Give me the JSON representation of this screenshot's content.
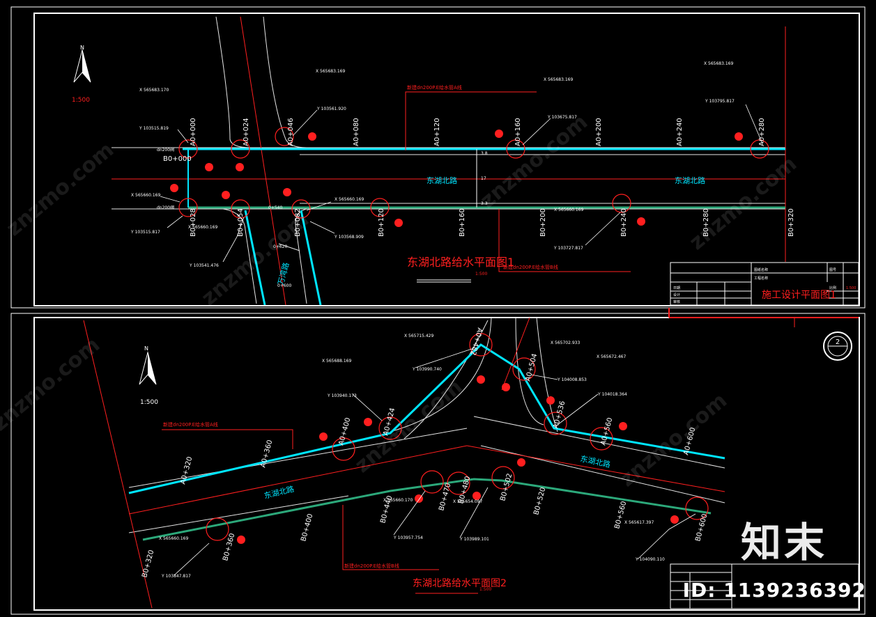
{
  "colors": {
    "background": "#000000",
    "frame": "#ffffff",
    "pipe_cyan": "#00e5ff",
    "red": "#ff1f1f",
    "road_white": "#e6e6e6",
    "text_white": "#ffffff",
    "green_pipe": "#2ca87a"
  },
  "sheet1": {
    "north_label": "N",
    "scale": "1:500",
    "title": "东湖北路给水平面图1",
    "title_scale": "1:500",
    "road_names": [
      "东湖北路",
      "东湖北路",
      "万湾路"
    ],
    "stations_a": [
      "A0+000",
      "A0+024",
      "A0+046",
      "A0+080",
      "A0+120",
      "A0+160",
      "A0+200",
      "A0+240",
      "A0+280"
    ],
    "stations_b": [
      "B0+000",
      "B0+028",
      "B0+054",
      "B0+082",
      "B0+120",
      "B0+160",
      "B0+200",
      "B0+240",
      "B0+280",
      "B0+320"
    ],
    "coords": [
      "X 565683.170",
      "Y 103515.819",
      "X 565683.169",
      "Y 103561.920",
      "X 565683.169",
      "Y 103675.817",
      "X 565683.169",
      "Y 103795.817",
      "X 565660.169",
      "Y 103515.817",
      "X 565660.169",
      "X 565660.169",
      "Y 103568.909",
      "X 565660.169",
      "Y 103727.817",
      "Y 103541.476"
    ],
    "pipe_note": "新建dn200P.E给水管A线",
    "pipe_note_b": "新建dn200P.E给水管B线",
    "dim_labels": [
      "3.8",
      "17",
      "3.3"
    ],
    "small_labels": [
      "dn200阀",
      "dn200阀",
      "0+620",
      "0+600",
      "0+540"
    ],
    "title_block": "施工设计平面图1",
    "title_block_cells": [
      "图纸名称",
      "工程名称",
      "图号",
      "比例",
      "日期",
      "设计",
      "审核",
      "1:500"
    ]
  },
  "sheet2": {
    "north_label": "N",
    "scale": "1:500",
    "title": "东湖北路给水平面图2",
    "title_scale": "1:500",
    "road_names": [
      "东湖北路",
      "东湖北路"
    ],
    "stations_a": [
      "A0+320",
      "A0+360",
      "A0+400",
      "A0+424",
      "A0+482",
      "A0+504",
      "A0+536",
      "A0+560",
      "A0+600"
    ],
    "stations_b": [
      "B0+320",
      "B0+360",
      "B0+400",
      "B0+440",
      "B0+470",
      "B0+480",
      "B0+502",
      "B0+520",
      "B0+560",
      "B0+600"
    ],
    "coords": [
      "X 565715.429",
      "X 565688.169",
      "Y 103990.740",
      "X 565702.933",
      "Y 104008.853",
      "X 565672.467",
      "Y 104018.364",
      "Y 103940.173",
      "X 565660.169",
      "Y 103847.817",
      "X 565660.170",
      "Y 103957.754",
      "X 565654.097",
      "Y 103989.101",
      "X 565617.397",
      "Y 104090.110"
    ],
    "pipe_note": "新建dn200P.E给水管A线",
    "pipe_note_b": "新建dn200P.E给水管B线",
    "sheet_marker": "2"
  },
  "watermark": {
    "logo": "知末",
    "id": "ID: 1139236392",
    "site": "znzmo.com"
  }
}
